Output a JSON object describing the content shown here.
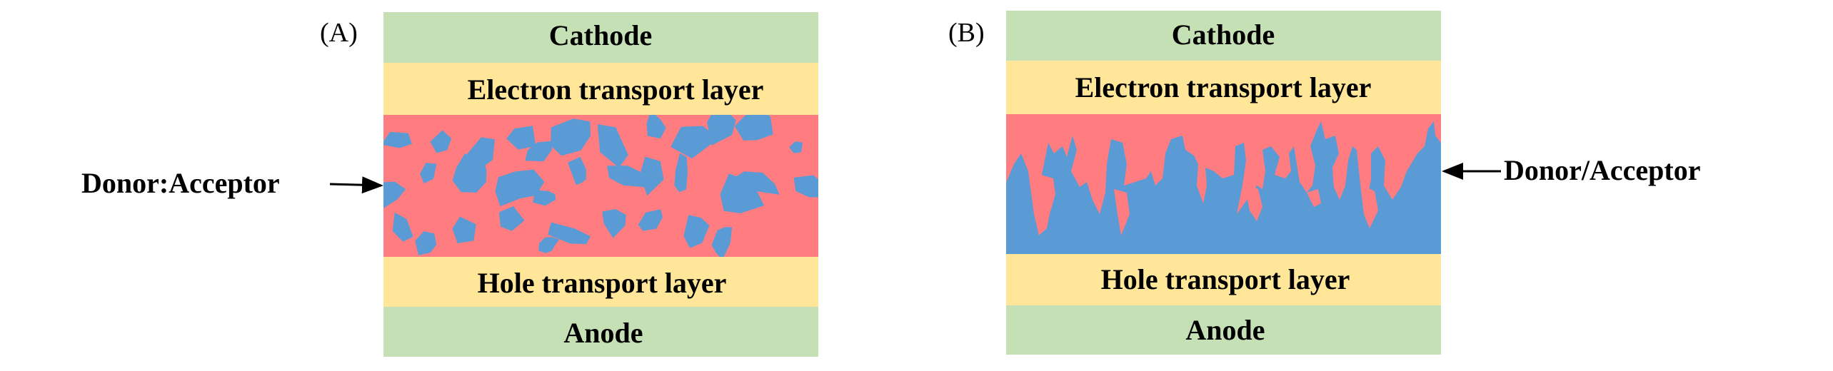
{
  "colors": {
    "electrode": "#c5e0b4",
    "transport": "#ffe699",
    "donor": "#ff7c80",
    "acceptor": "#5b9bd5"
  },
  "panel_a": {
    "label": "(A)",
    "layers": [
      "Cathode",
      "Electron transport layer",
      "",
      "Hole transport layer",
      "Anode"
    ],
    "active_label": "Donor:Acceptor"
  },
  "panel_b": {
    "label": "(B)",
    "layers": [
      "Cathode",
      "Electron transport layer",
      "",
      "Hole transport layer",
      "Anode"
    ],
    "active_label": "Donor/Acceptor"
  }
}
